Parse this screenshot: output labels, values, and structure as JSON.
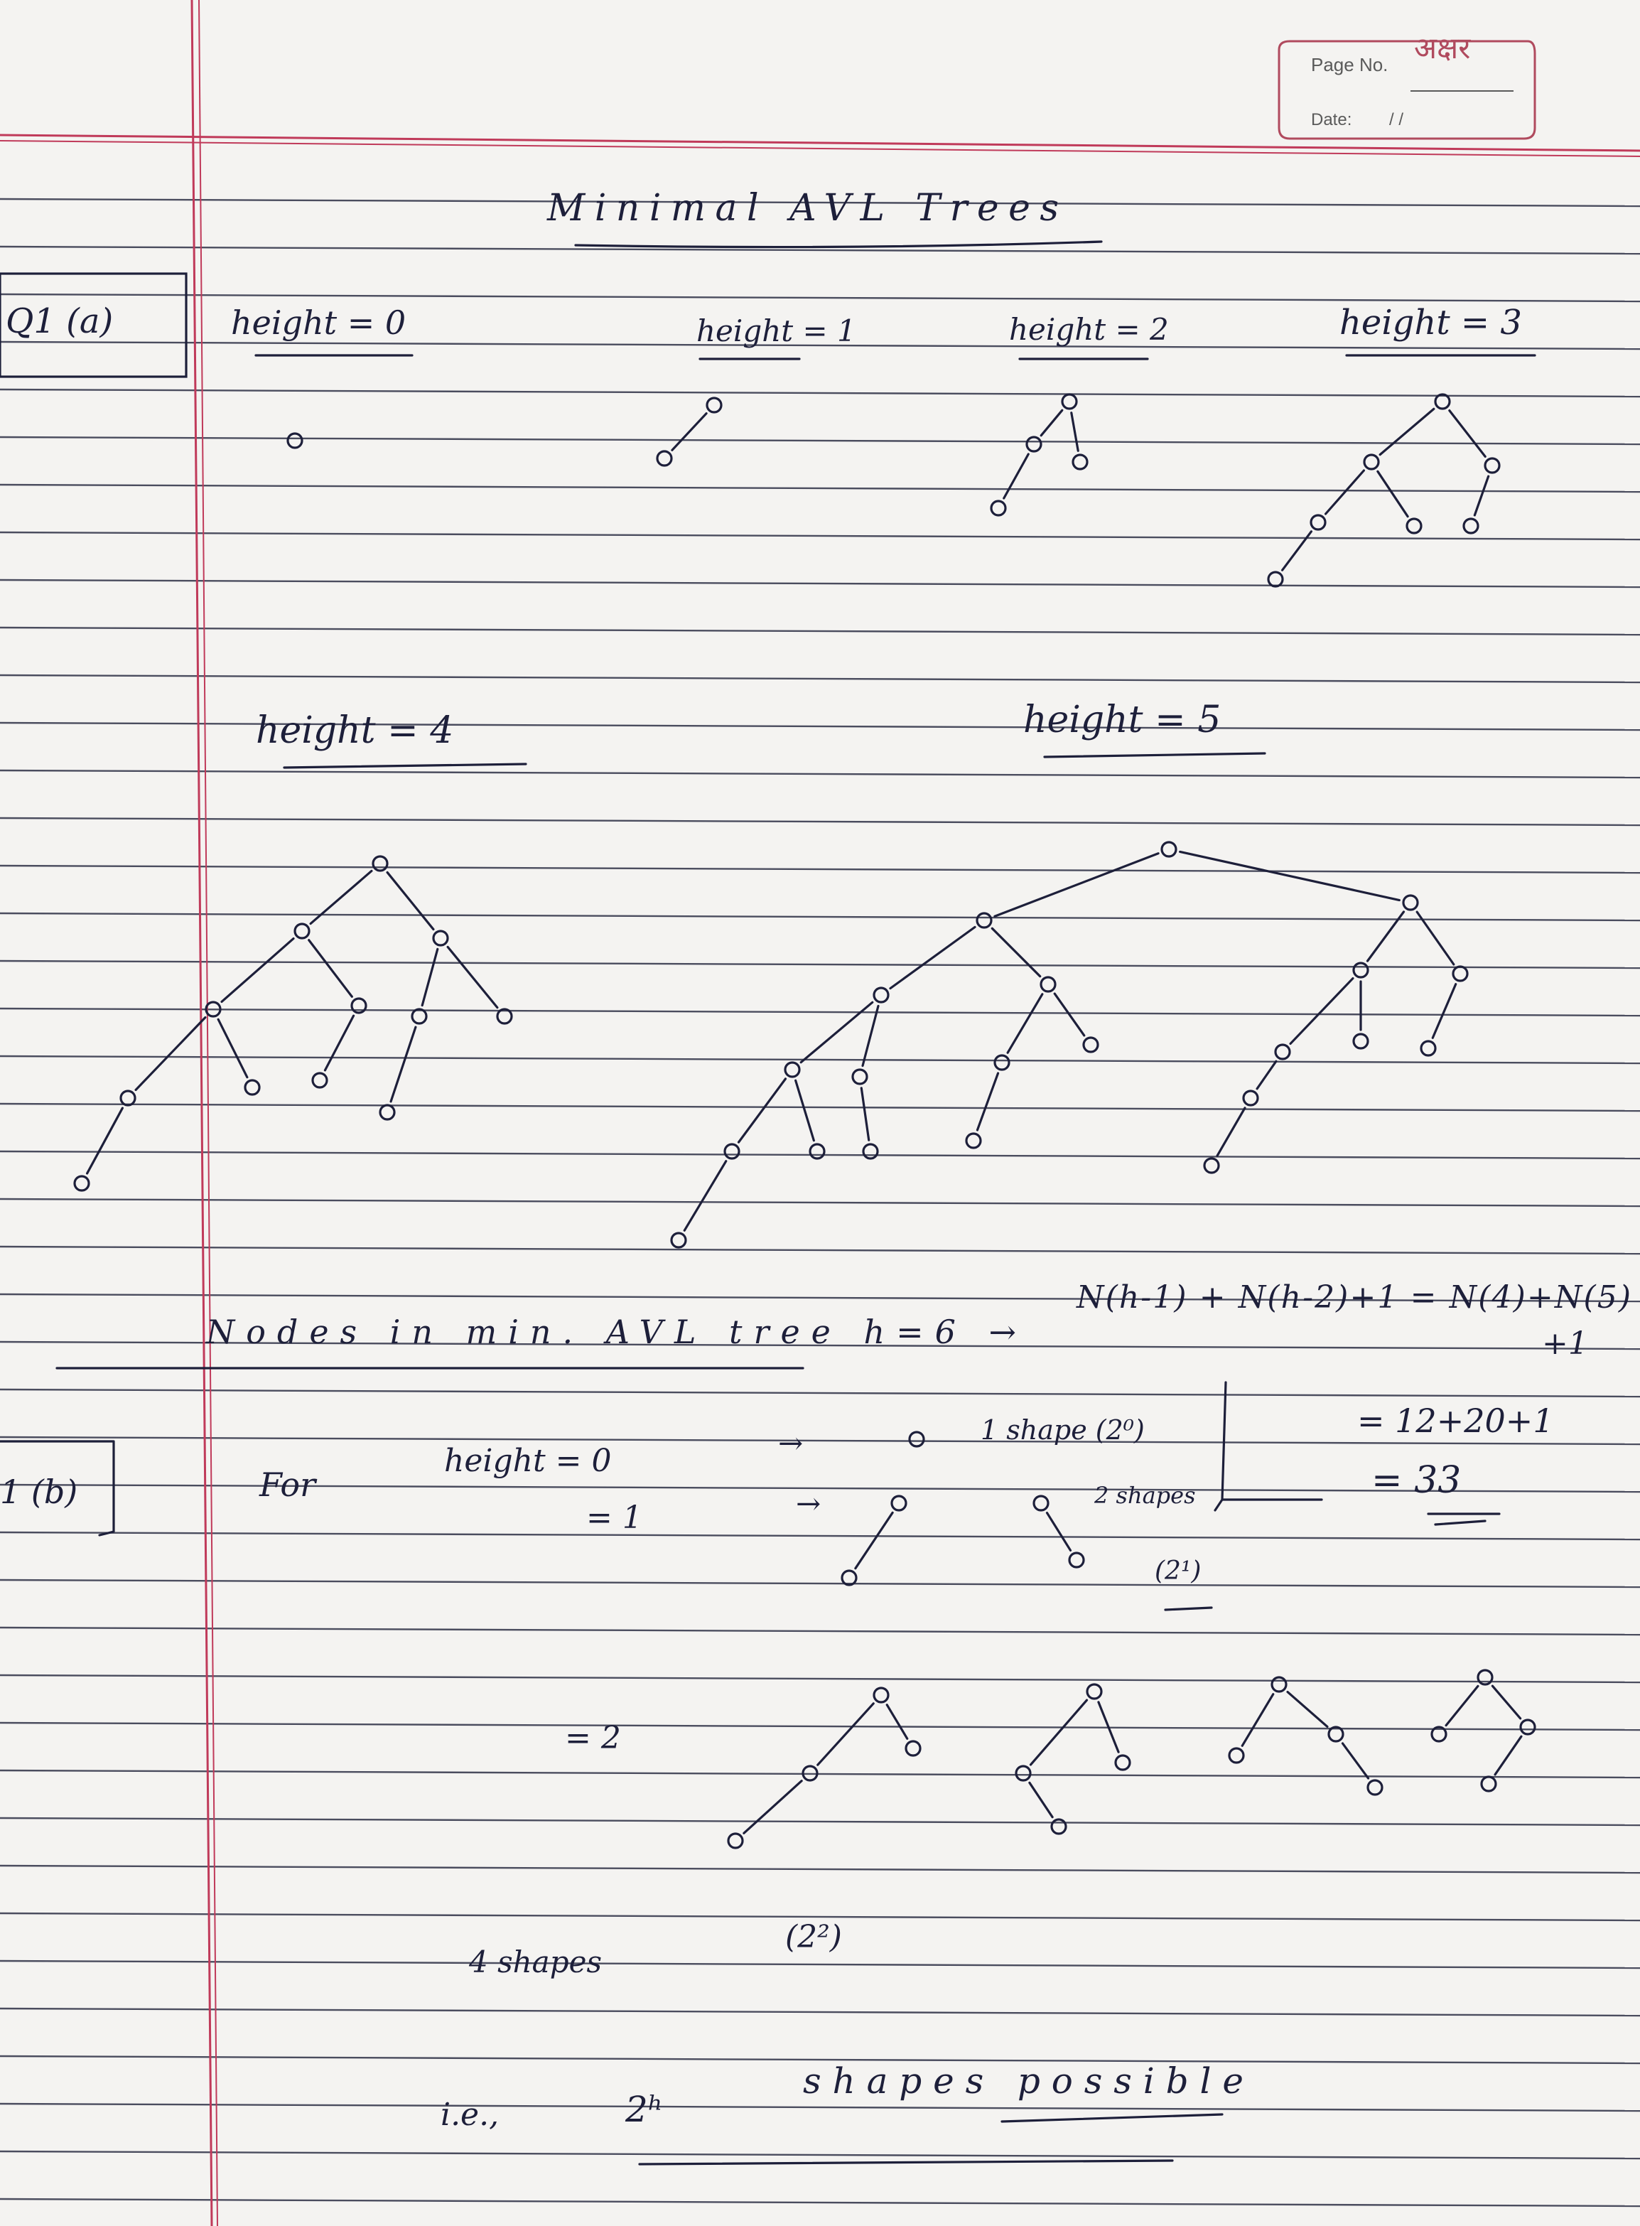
{
  "header": {
    "brand": "अक्षर",
    "page_no_label": "Page No.",
    "date_label": "Date:",
    "date_value": "/ /"
  },
  "title": "Minimal AVL Trees",
  "q1a": {
    "tag": "Q1 (a)",
    "labels": [
      "height = 0",
      "height = 1",
      "height = 2",
      "height = 3",
      "height = 4",
      "height = 5"
    ]
  },
  "nodes_line": {
    "text": "Nodes in min. AVL tree h=6 →",
    "formula": "N(h-1) + N(h-2)+1 = N(4)+N(5)",
    "plus_one": "+1",
    "sum": "= 12+20+1",
    "result": "= 33"
  },
  "q1b": {
    "tag": "1 (b)",
    "for": "For",
    "h0": "height = 0",
    "h1": "= 1",
    "h2": "= 2",
    "arrow": "→",
    "shape1": "1 shape (2⁰)",
    "shape2_a": "2 shapes",
    "shape2_b": "(2¹)",
    "four_shapes": "4 shapes",
    "four_pow": "(2²)",
    "ie": "i.e.,",
    "two_h": "2ʰ",
    "possible": "shapes possible"
  },
  "colors": {
    "paper": "#f4f3f1",
    "rule_line": "#4a4c5e",
    "margin_line": "#c03a5a",
    "ink": "#1d1f3a"
  }
}
